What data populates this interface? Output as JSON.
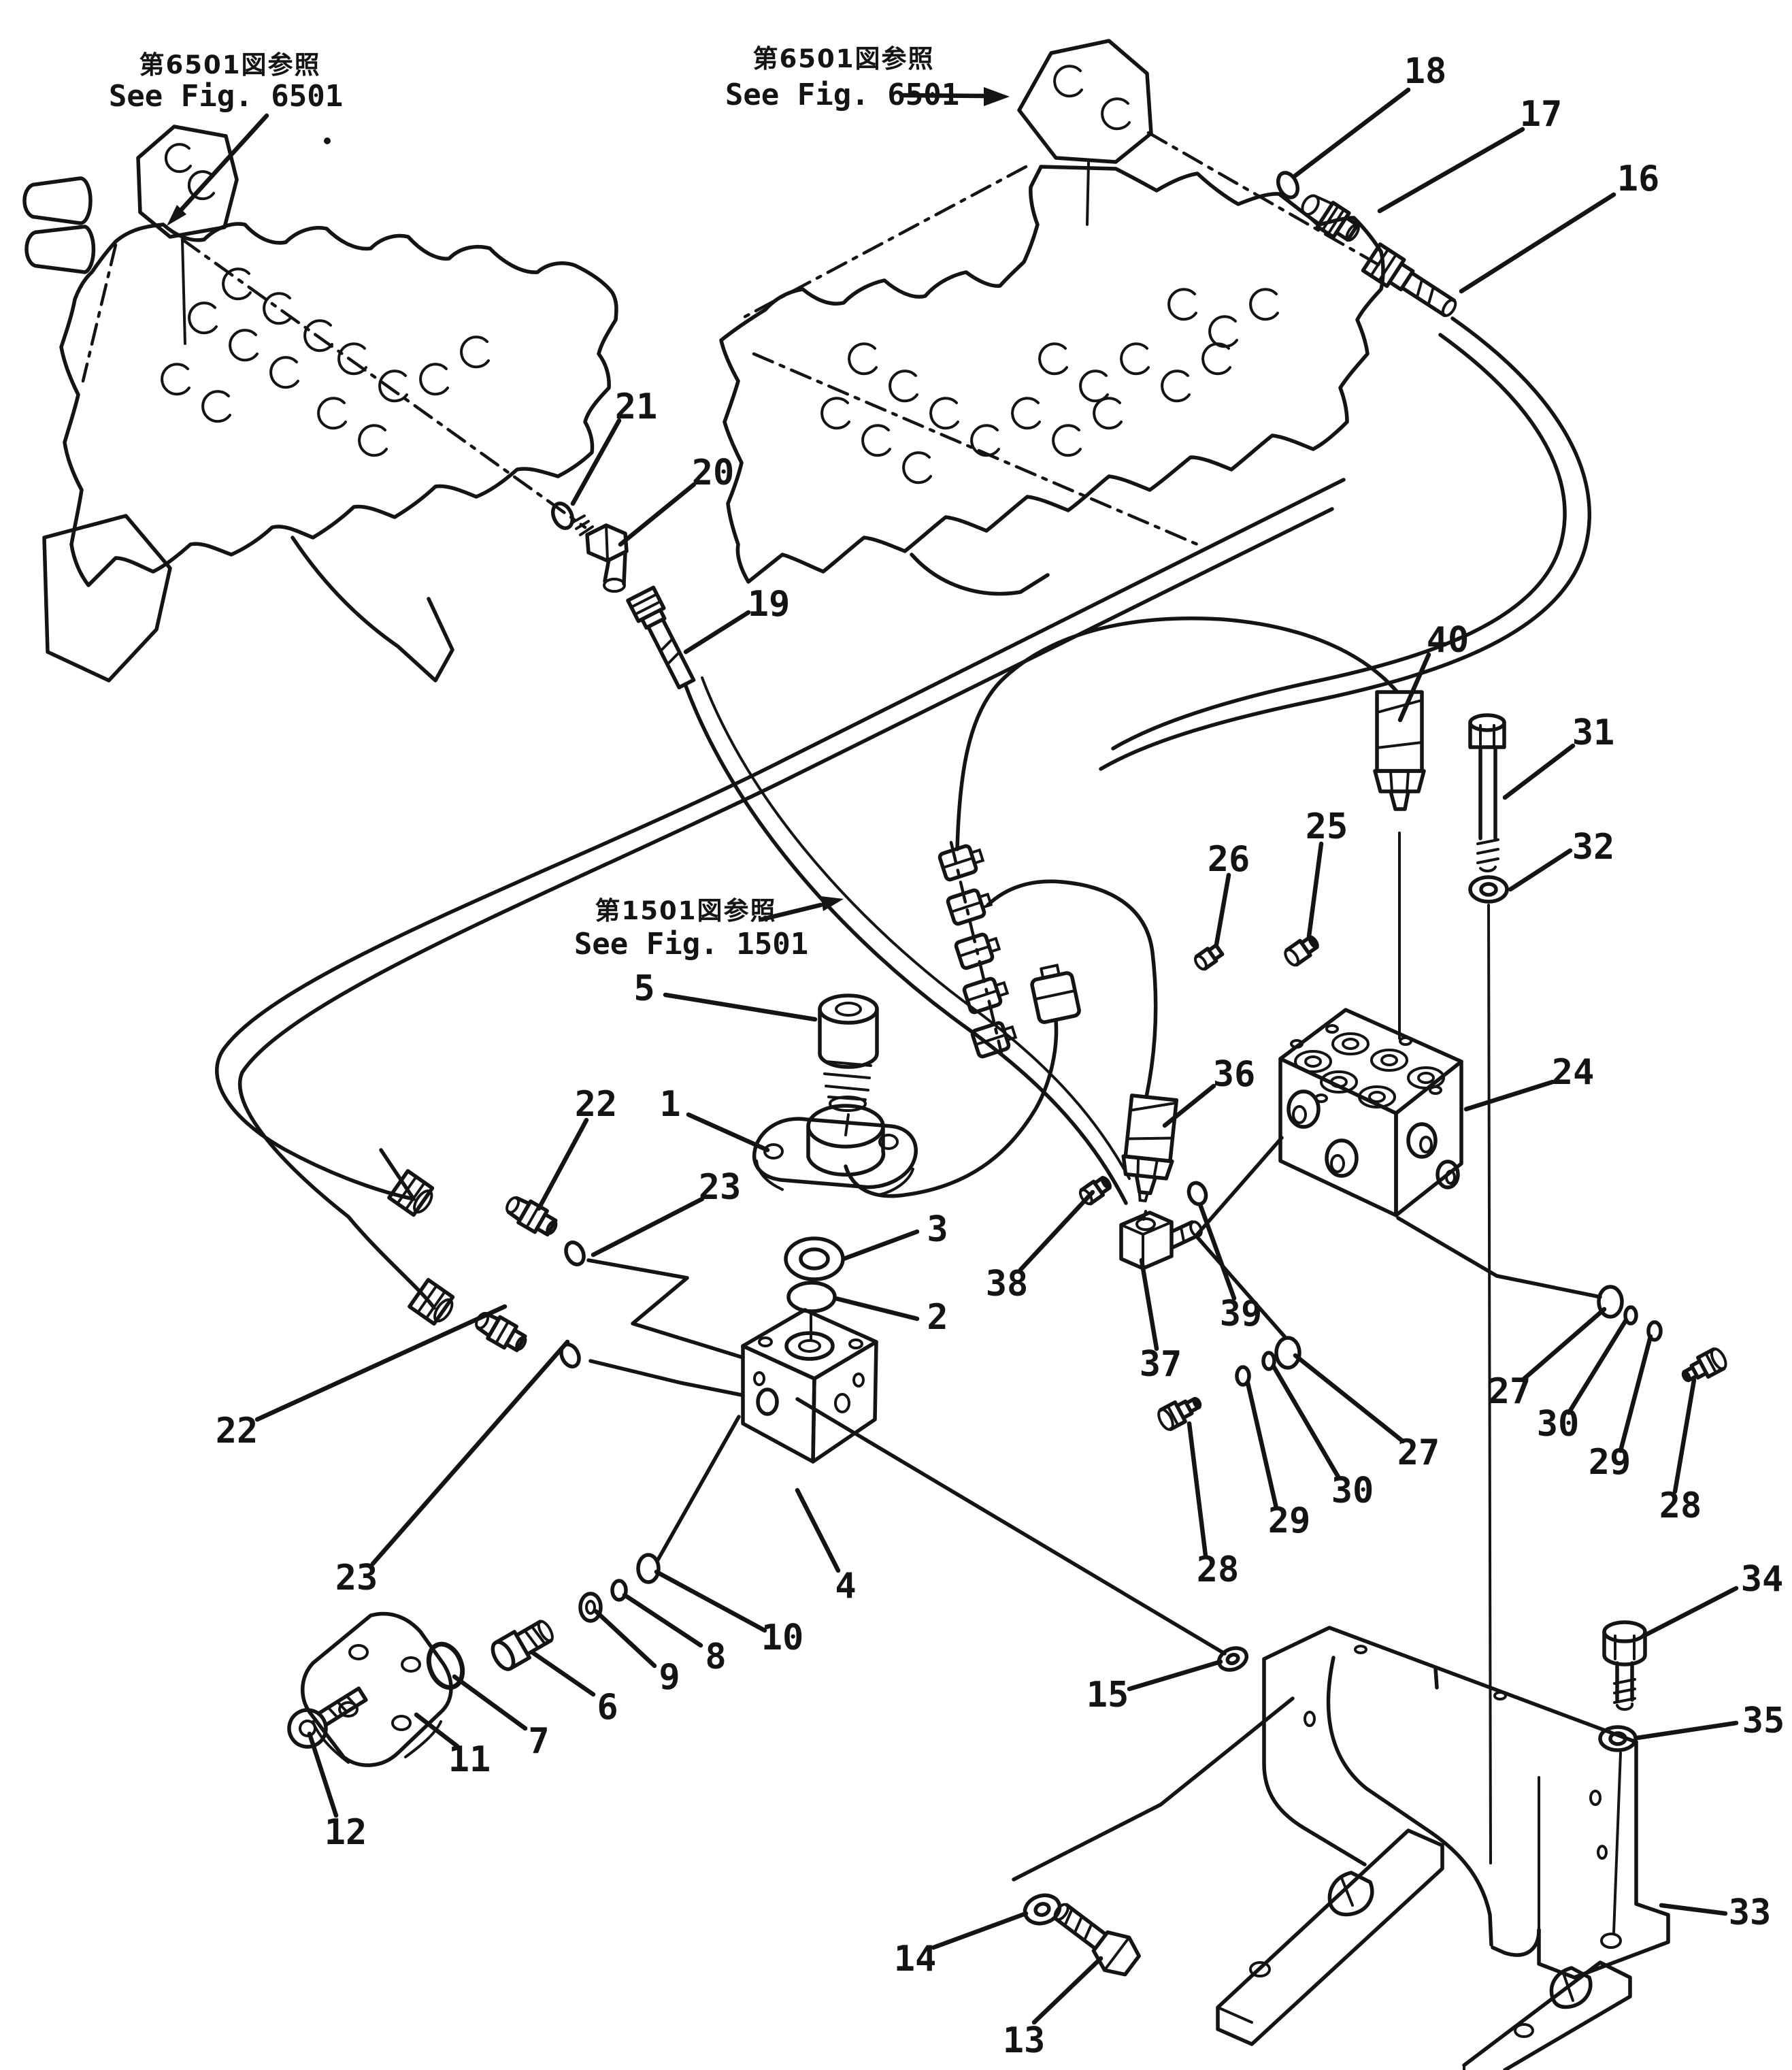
{
  "references": {
    "left6501": {
      "jp": "第6501図参照",
      "en": "See Fig. 6501"
    },
    "center6501": {
      "jp": "第6501図参照",
      "en": "See Fig. 6501"
    },
    "fig1501": {
      "jp": "第1501図参照",
      "en": "See Fig. 1501"
    }
  },
  "callouts": {
    "c1": "1",
    "c2": "2",
    "c3": "3",
    "c4": "4",
    "c5": "5",
    "c6": "6",
    "c7": "7",
    "c8": "8",
    "c9": "9",
    "c10": "10",
    "c11": "11",
    "c12": "12",
    "c13": "13",
    "c14": "14",
    "c15": "15",
    "c16": "16",
    "c17": "17",
    "c18": "18",
    "c19": "19",
    "c20": "20",
    "c21": "21",
    "c22a": "22",
    "c22b": "22",
    "c23a": "23",
    "c23b": "23",
    "c24": "24",
    "c25": "25",
    "c26": "26",
    "c27l": "27",
    "c27r": "27",
    "c28l": "28",
    "c28r": "28",
    "c29l": "29",
    "c29r": "29",
    "c30l": "30",
    "c30r": "30",
    "c31": "31",
    "c32": "32",
    "c33": "33",
    "c34": "34",
    "c35": "35",
    "c36": "36",
    "c37": "37",
    "c38": "38",
    "c39": "39",
    "c40": "40"
  }
}
